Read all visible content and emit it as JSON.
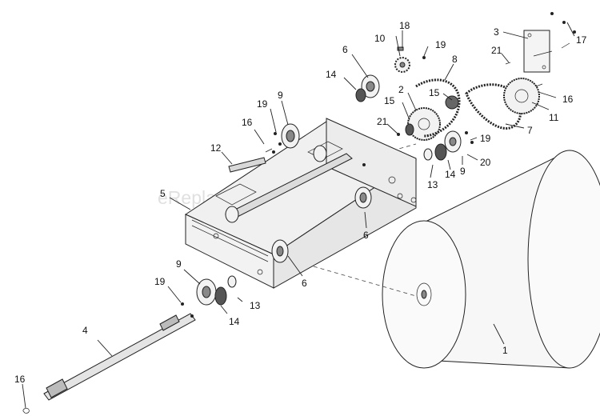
{
  "watermark": "eReplacementParts.com",
  "callouts": {
    "c1": "1",
    "c2": "2",
    "c3": "3",
    "c4": "4",
    "c5": "5",
    "c6a": "6",
    "c6b": "6",
    "c6c": "6",
    "c7": "7",
    "c8": "8",
    "c9a": "9",
    "c9b": "9",
    "c9c": "9",
    "c10": "10",
    "c11": "11",
    "c12": "12",
    "c13a": "13",
    "c13b": "13",
    "c14a": "14",
    "c14b": "14",
    "c14c": "14",
    "c15a": "15",
    "c15b": "15",
    "c16a": "16",
    "c16b": "16",
    "c16c": "16",
    "c17": "17",
    "c18": "18",
    "c19a": "19",
    "c19b": "19",
    "c19c": "19",
    "c19d": "19",
    "c20": "20",
    "c21a": "21",
    "c21b": "21"
  }
}
